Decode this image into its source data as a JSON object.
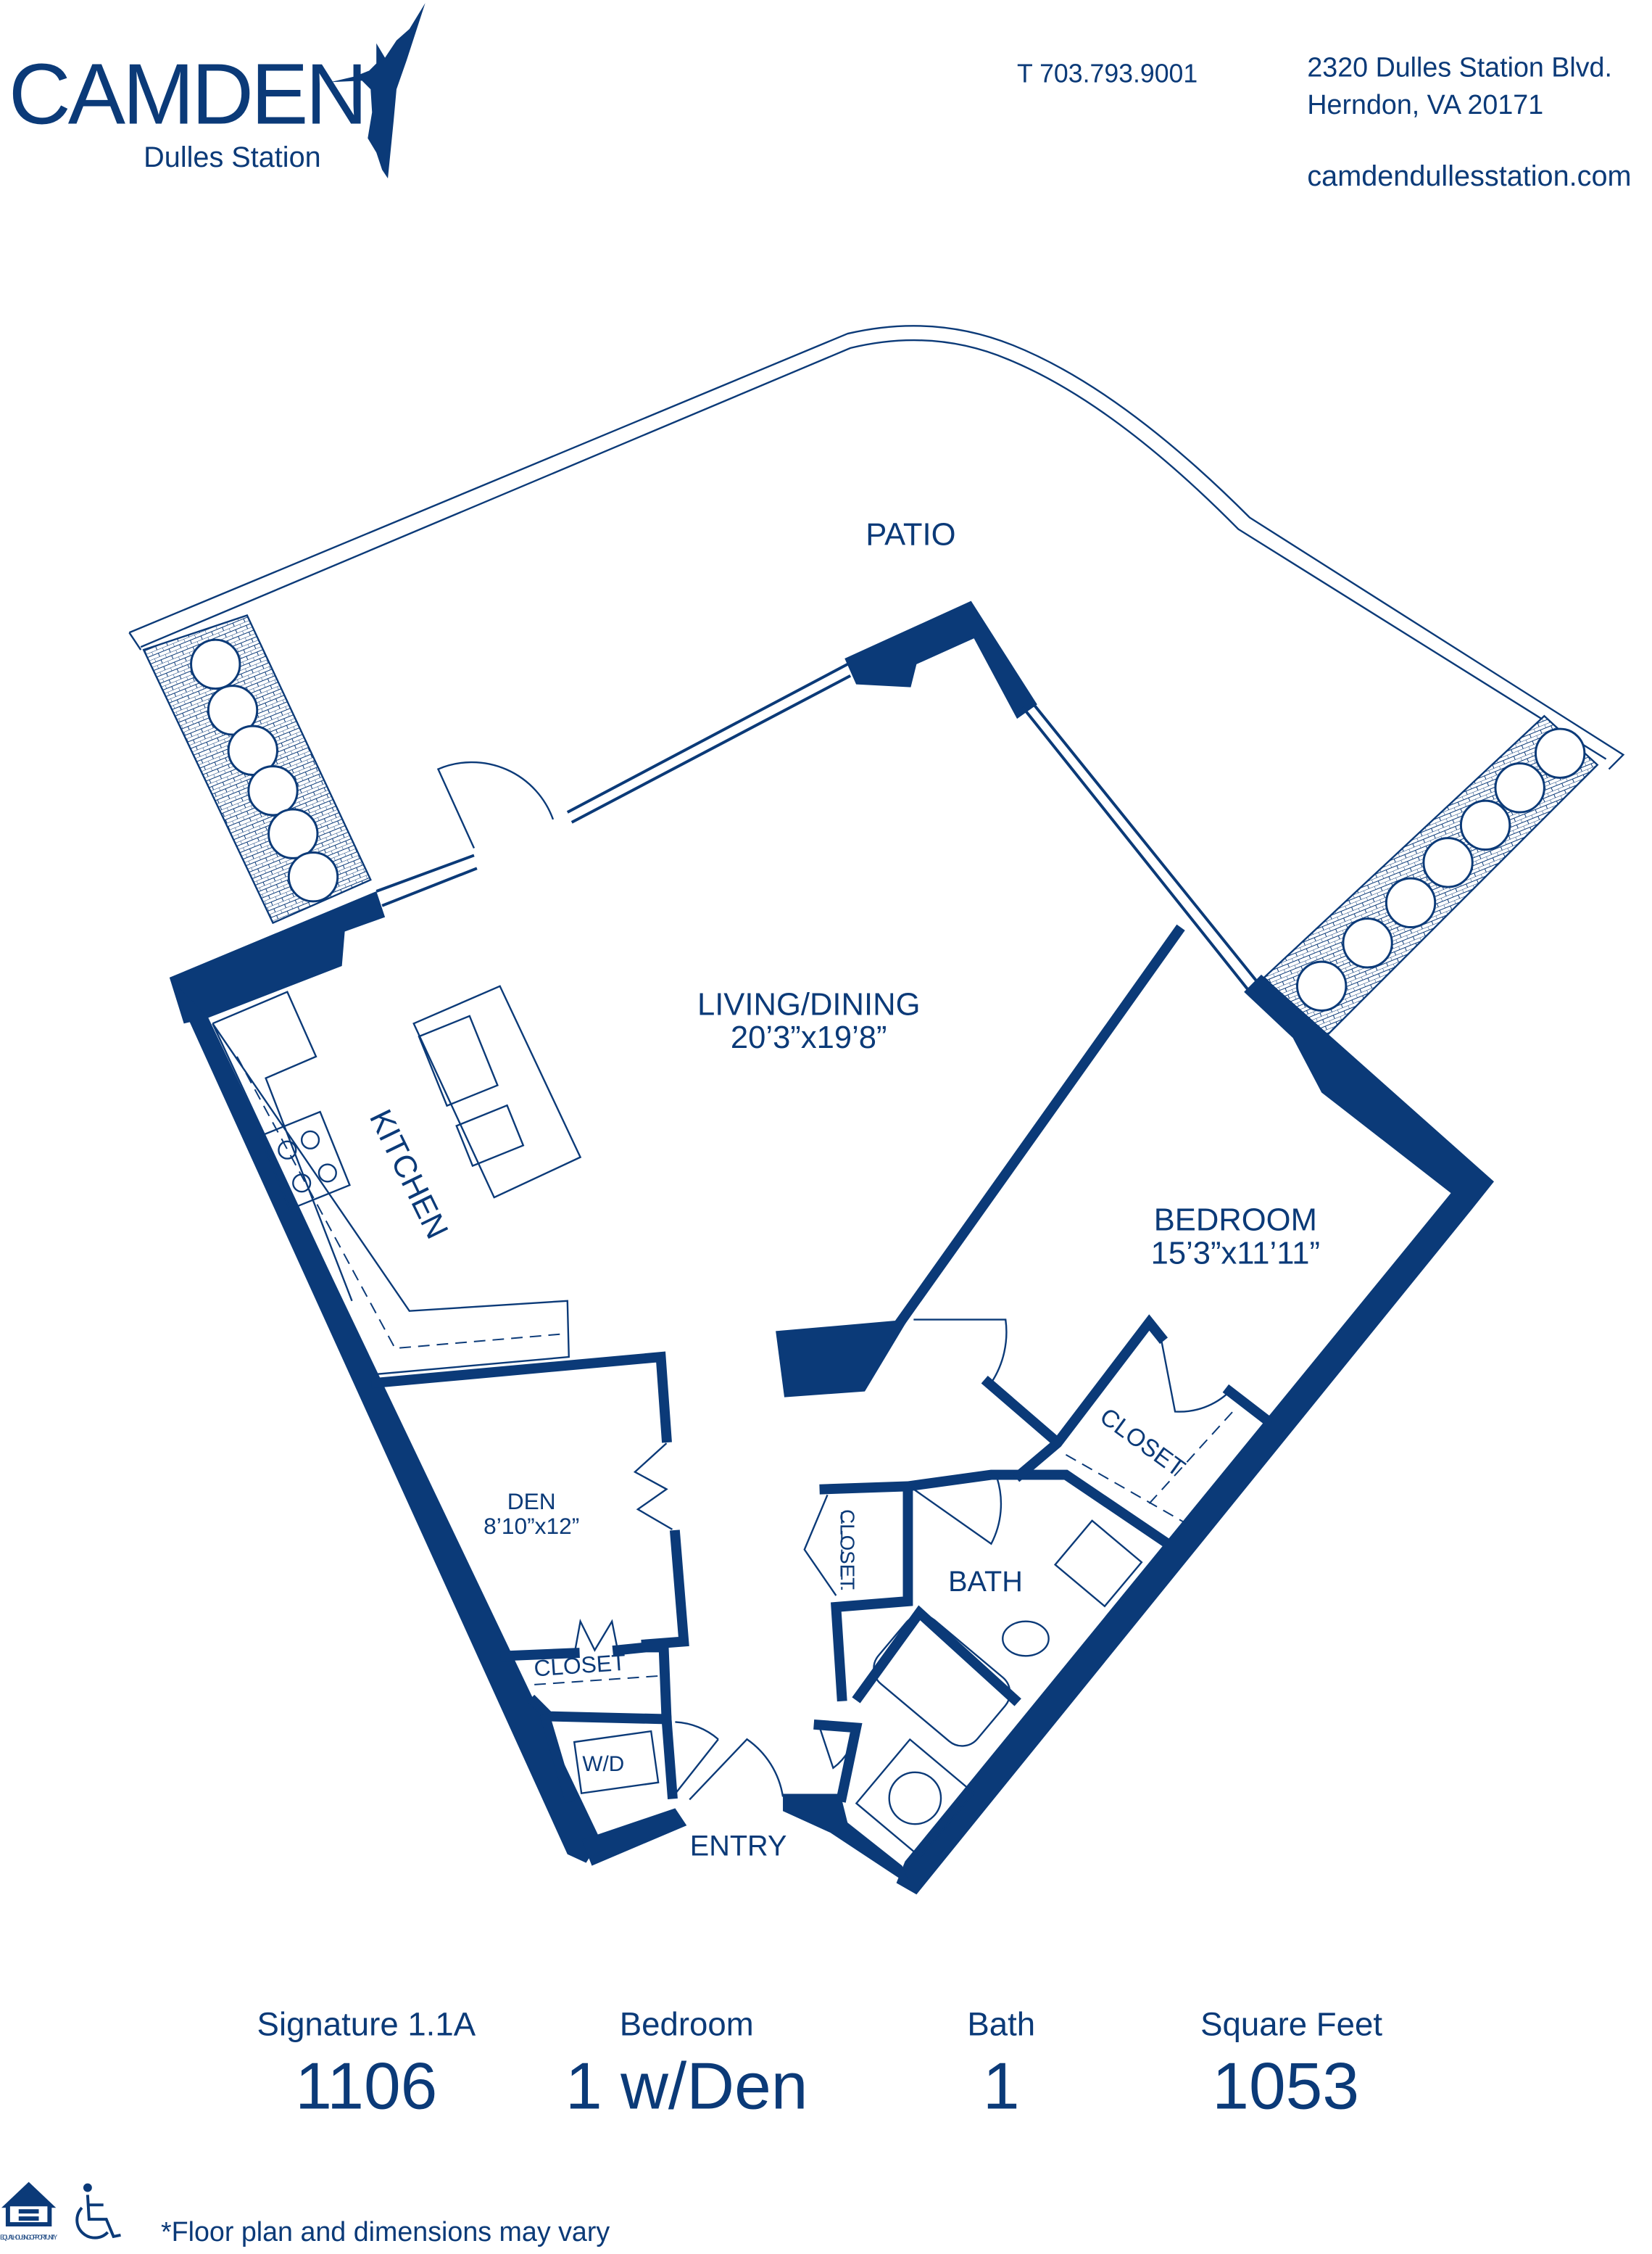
{
  "brand": {
    "logo_text": "CAMDEN",
    "community": "Dulles Station",
    "logo_icon": "hummingbird-icon"
  },
  "contact": {
    "phone": "T 703.793.9001",
    "address_line1": "2320 Dulles Station Blvd.",
    "address_line2": "Herndon, VA 20171",
    "website": "camdendullesstation.com"
  },
  "floorplan": {
    "rooms": {
      "patio": "PATIO",
      "living_dining": "LIVING/DINING",
      "living_dining_dim": "20’3”x19’8”",
      "kitchen": "KITCHEN",
      "bedroom": "BEDROOM",
      "bedroom_dim": "15’3”x11’11”",
      "den": "DEN",
      "den_dim": "8’10”x12”",
      "den_closet": "CLOSET",
      "bedroom_closet": "CLOSET",
      "hall_closet": "CLOSET",
      "bath": "BATH",
      "wd": "W/D",
      "entry": "ENTRY"
    }
  },
  "specs": [
    {
      "label": "Signature 1.1A",
      "value": "1106"
    },
    {
      "label": "Bedroom",
      "value": "1 w/Den"
    },
    {
      "label": "Bath",
      "value": "1"
    },
    {
      "label": "Square Feet",
      "value": "1053"
    }
  ],
  "footer": {
    "disclaimer": "*Floor plan and dimensions may vary",
    "equal_housing_text": "EQUAL HOUSING OPPORTUNITY",
    "icons": [
      "equal-housing-icon",
      "wheelchair-accessible-icon"
    ]
  },
  "colors": {
    "brand": "#0b3a78"
  }
}
